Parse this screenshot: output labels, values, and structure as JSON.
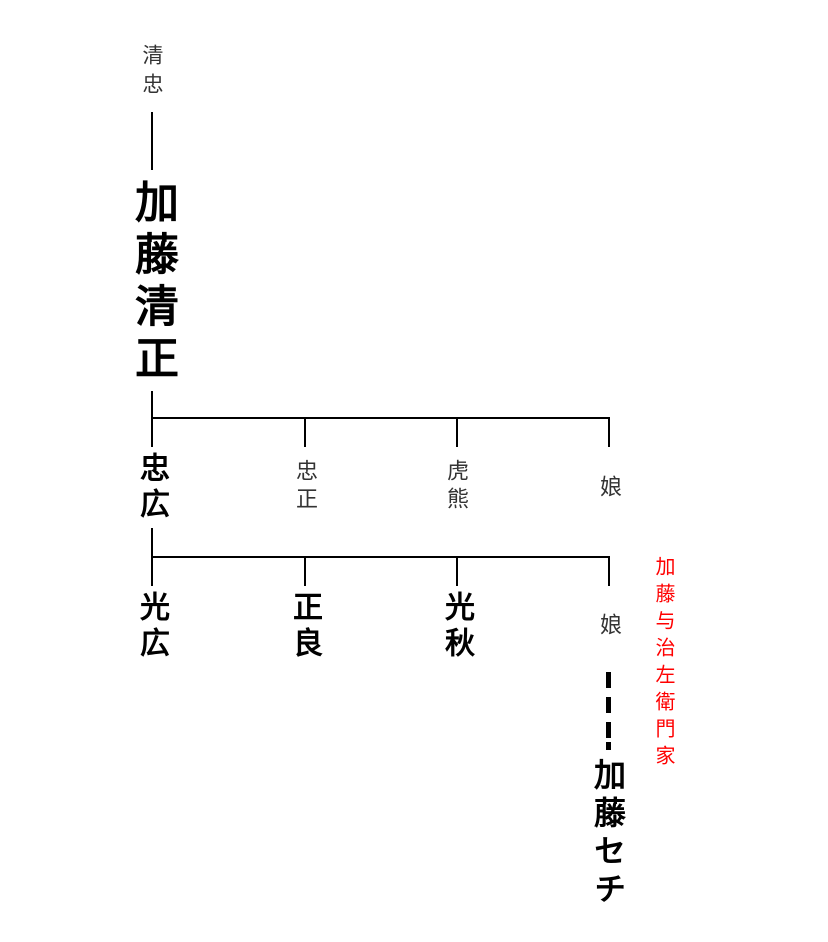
{
  "nodes": {
    "kiyotada": "清忠",
    "kiyomasa": "加藤清正",
    "tadahiro": "忠広",
    "tadamasa": "忠正",
    "torakuma": "虎熊",
    "daughter1": "娘",
    "mitsuhiro": "光広",
    "masayoshi": "正良",
    "mitsuaki": "光秋",
    "daughter2": "娘",
    "sechi": "加藤セチ"
  },
  "annotation": {
    "text": "加藤与治左衛門家",
    "color": "#ff0000"
  }
}
